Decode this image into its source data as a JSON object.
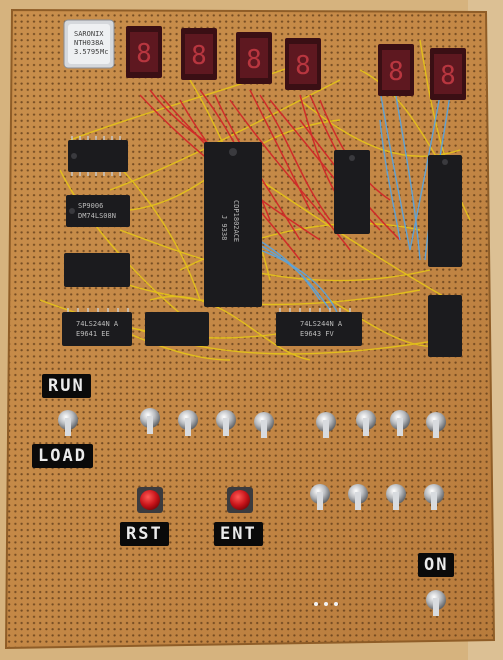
{
  "labels": {
    "run": "RUN",
    "load": "LOAD",
    "rst": "RST",
    "ent": "ENT",
    "on": "ON"
  },
  "chips": {
    "crystal": [
      "SARONIX",
      "NTH038A",
      "3.5795",
      "Mc"
    ],
    "cpu": [
      "CDP1802ACE",
      "J 9338"
    ],
    "hex_buffer": [
      "SP9006",
      "DM74LS08N"
    ],
    "buffer_a": [
      "74LS244N A",
      "E9641 EE"
    ],
    "buffer_b": [
      "74LS244N A",
      "E9643 FV"
    ]
  },
  "colors": {
    "board": "#c7904e",
    "wood": "#d2b07c",
    "wire_yellow": "#e3c21c",
    "wire_red": "#d3282a",
    "wire_blue": "#5aa4dc",
    "button_red": "#c8141a",
    "chip_black": "#1b1b1e"
  }
}
